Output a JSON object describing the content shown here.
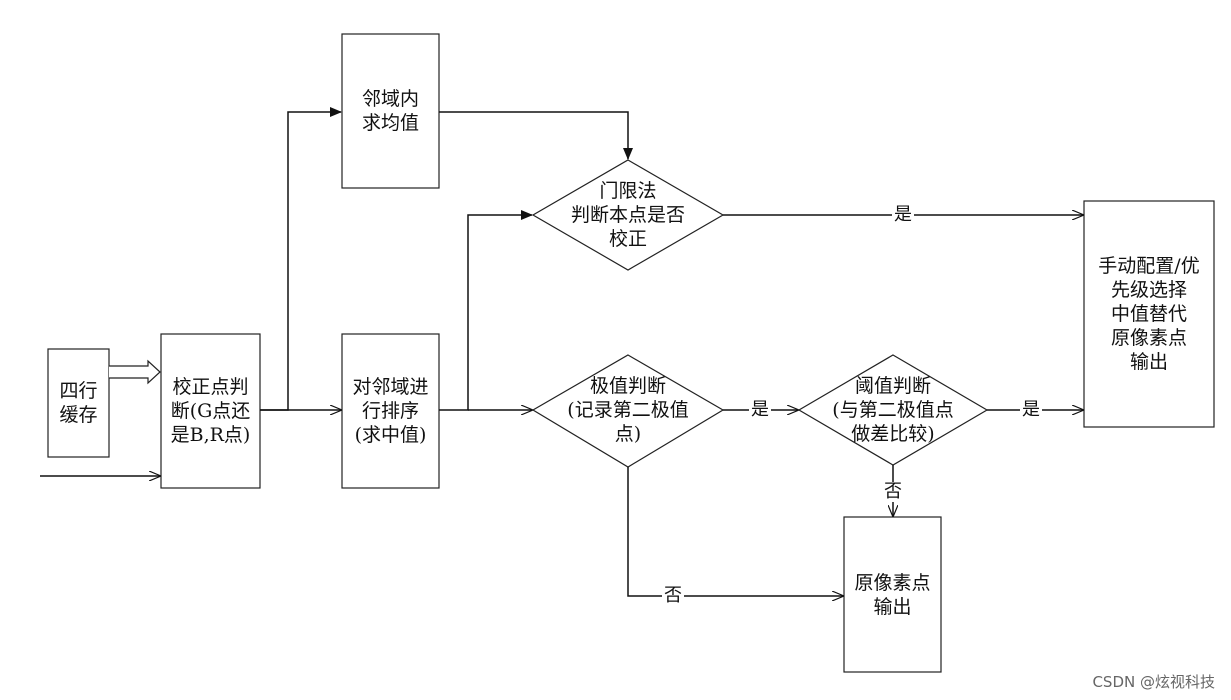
{
  "nodes": {
    "buffer": [
      "四行",
      "缓存"
    ],
    "correct_judge": [
      "校正点判",
      "断(G点还",
      "是B,R点)"
    ],
    "neigh_mean": [
      "邻域内",
      "求均值"
    ],
    "sort": [
      "对邻域进",
      "行排序",
      "(求中值)"
    ],
    "threshold_decision": [
      "门限法",
      "判断本点是否",
      "校正"
    ],
    "extreme_decision": [
      "极值判断",
      "(记录第二极值",
      "点)"
    ],
    "threshold_value_decision": [
      "阈值判断",
      "(与第二极值点",
      "做差比较)"
    ],
    "manual_output": [
      "手动配置/优",
      "先级选择",
      "中值替代",
      "原像素点",
      "输出"
    ],
    "orig_output": [
      "原像素点",
      "输出"
    ]
  },
  "edges": {
    "yes": "是",
    "no": "否"
  },
  "watermark": "CSDN @炫视科技"
}
